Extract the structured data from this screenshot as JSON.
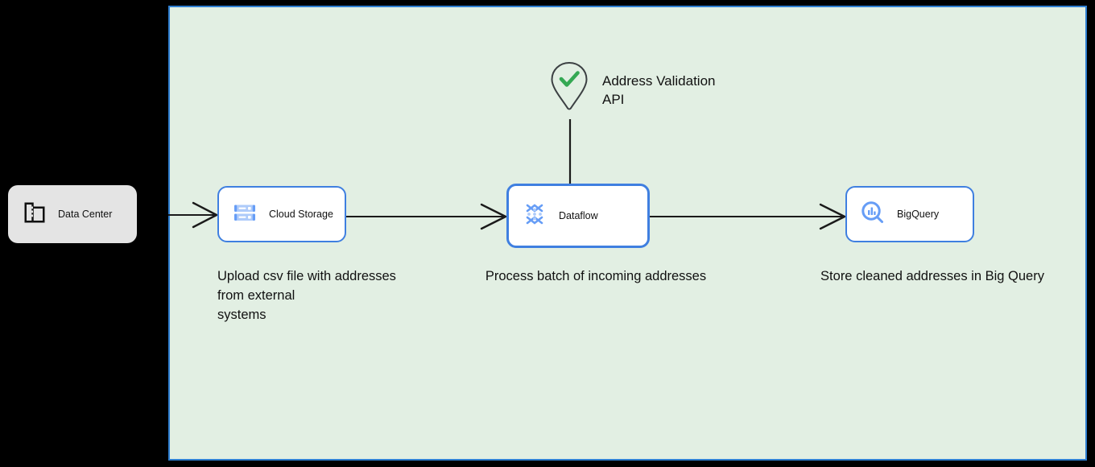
{
  "canvas": {
    "background_color": "#e2efe3",
    "border_color": "#2f7fd1"
  },
  "nodes": [
    {
      "id": "data-center",
      "label": "Data Center",
      "icon": "data-center-building-icon",
      "fill_color": "#e4e4e4",
      "shape": "rounded-rect"
    },
    {
      "id": "cloud-storage",
      "label": "Cloud Storage",
      "icon": "cloud-storage-icon",
      "fill_color": "#ffffff",
      "border_color": "#3f7fe0",
      "selected": false
    },
    {
      "id": "dataflow",
      "label": "Dataflow",
      "icon": "dataflow-icon",
      "fill_color": "#ffffff",
      "border_color": "#3f7fe0",
      "selected": true
    },
    {
      "id": "bigquery",
      "label": "BigQuery",
      "icon": "bigquery-icon",
      "fill_color": "#ffffff",
      "border_color": "#3f7fe0",
      "selected": false
    }
  ],
  "external_service": {
    "label": "Address Validation\nAPI",
    "icon": "map-pin-check-icon",
    "check_color": "#34a853",
    "outline_color": "#3c4043"
  },
  "captions": {
    "upload": "Upload csv file with addresses\nfrom external\nsystems",
    "process": "Process batch of incoming addresses",
    "store": "Store cleaned addresses in Big Query"
  },
  "edges": [
    {
      "id": "edge-datacenter-to-storage",
      "from": "data-center",
      "to": "cloud-storage",
      "arrowhead": "open",
      "color": "#1a1a1a"
    },
    {
      "id": "edge-storage-to-dataflow",
      "from": "cloud-storage",
      "to": "dataflow",
      "arrowhead": "open",
      "color": "#1a1a1a"
    },
    {
      "id": "edge-dataflow-to-bigquery",
      "from": "dataflow",
      "to": "bigquery",
      "arrowhead": "open",
      "color": "#1a1a1a"
    },
    {
      "id": "edge-api-to-dataflow",
      "from": "address-validation-api",
      "to": "dataflow",
      "arrowhead": "none",
      "color": "#1a1a1a"
    }
  ]
}
